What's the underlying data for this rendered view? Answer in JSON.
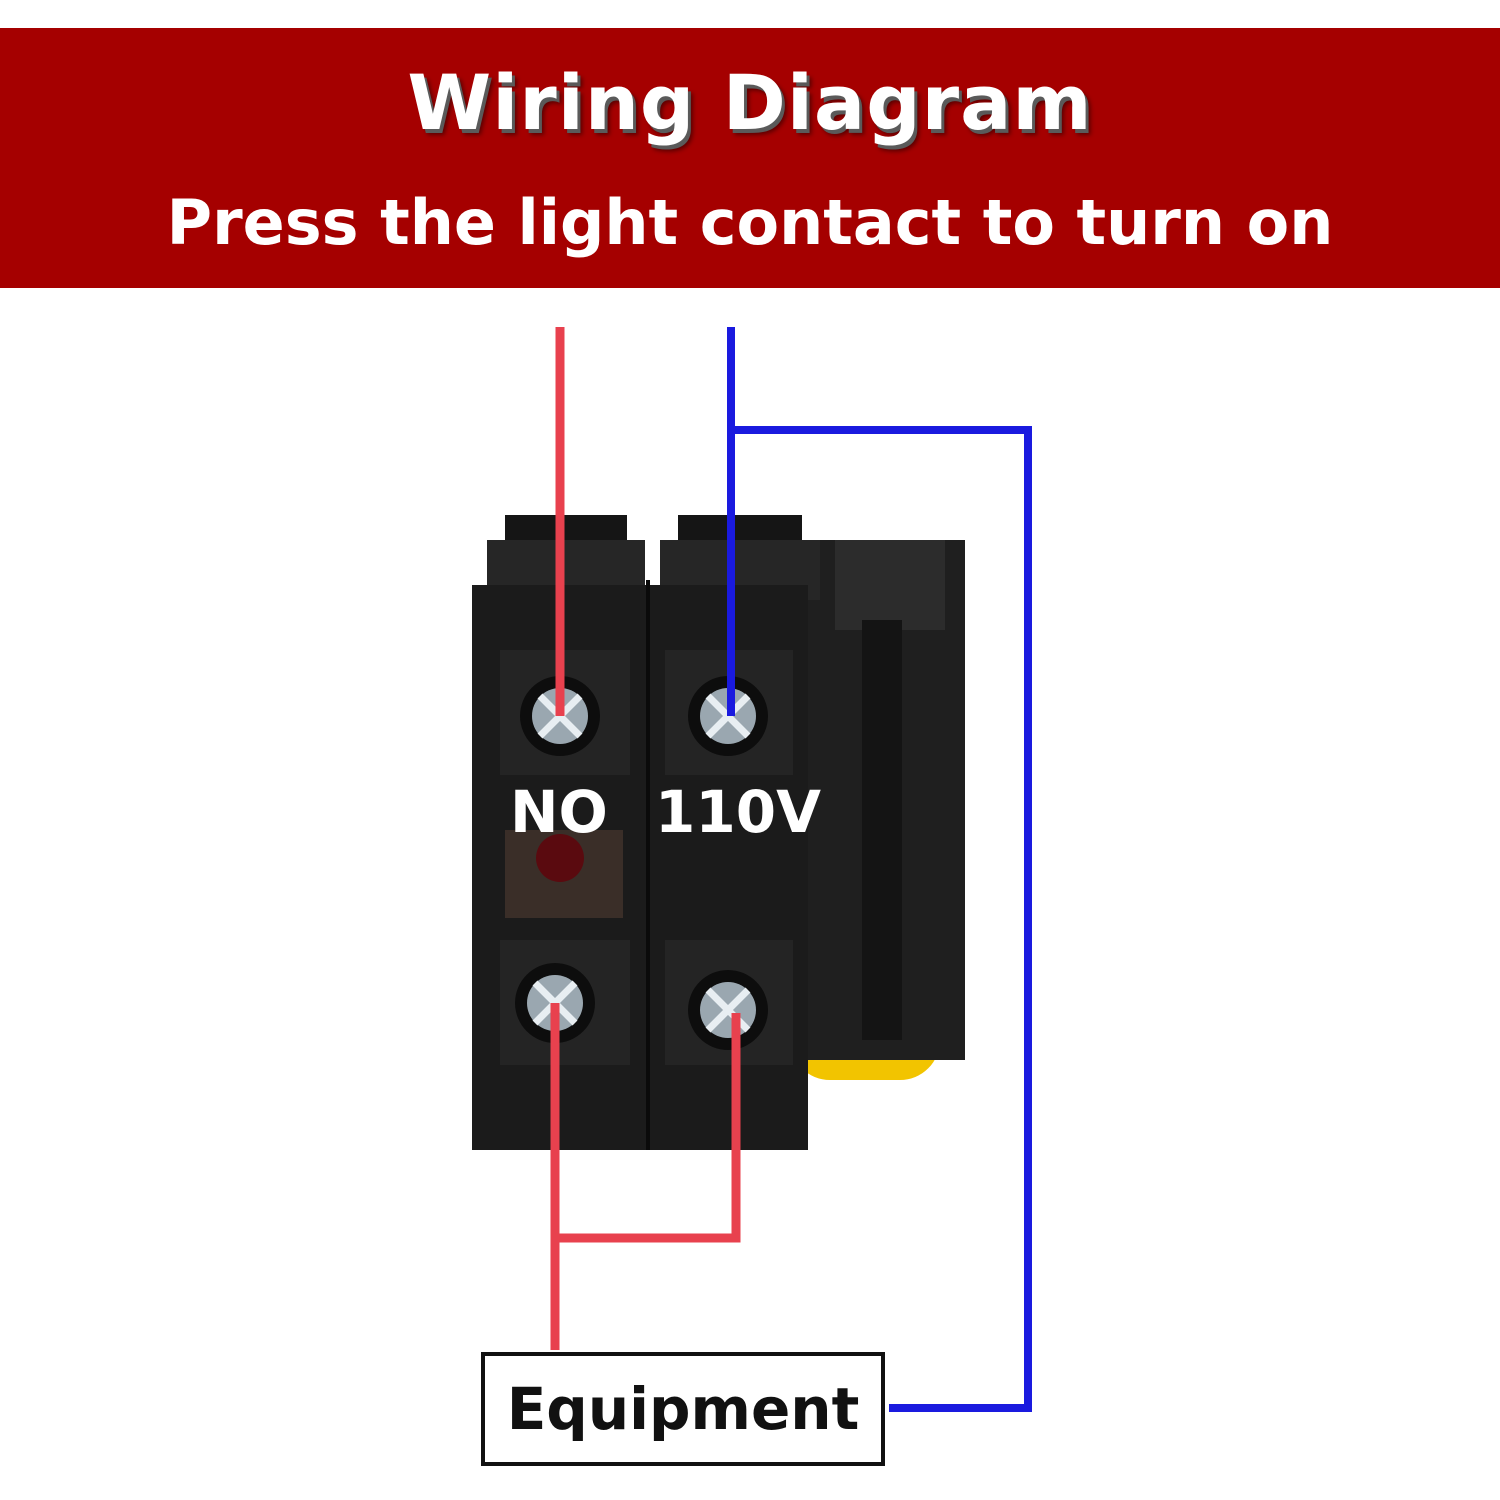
{
  "header": {
    "title": "Wiring Diagram",
    "subtitle": "Press the light contact to turn on"
  },
  "terminals": {
    "left_label": "NO",
    "right_label": "110V"
  },
  "equipment": {
    "label": "Equipment"
  },
  "colors": {
    "banner": "#a50000",
    "wire_red": "#e8414e",
    "wire_blue": "#1a1adf",
    "switch_body": "#1c1c1c",
    "actuator": "#f2c400"
  }
}
